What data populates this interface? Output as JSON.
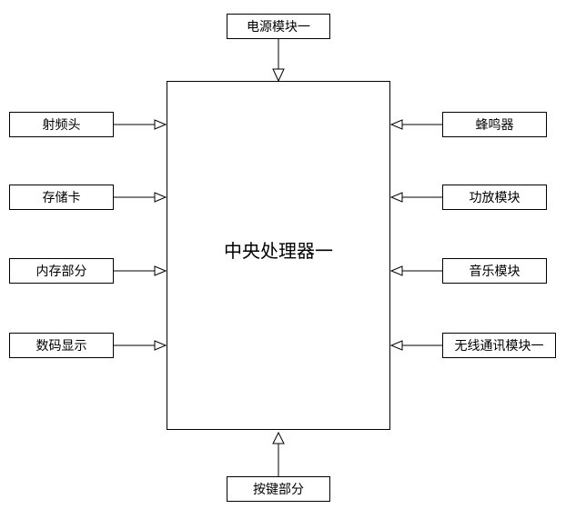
{
  "diagram": {
    "center": {
      "label": "中央处理器一"
    },
    "top": {
      "label": "电源模块一"
    },
    "bottom": {
      "label": "按键部分"
    },
    "left": [
      {
        "label": "射频头"
      },
      {
        "label": "存储卡"
      },
      {
        "label": "内存部分"
      },
      {
        "label": "数码显示"
      }
    ],
    "right": [
      {
        "label": "蜂鸣器"
      },
      {
        "label": "功放模块"
      },
      {
        "label": "音乐模块"
      },
      {
        "label": "无线通讯模块一"
      }
    ]
  }
}
